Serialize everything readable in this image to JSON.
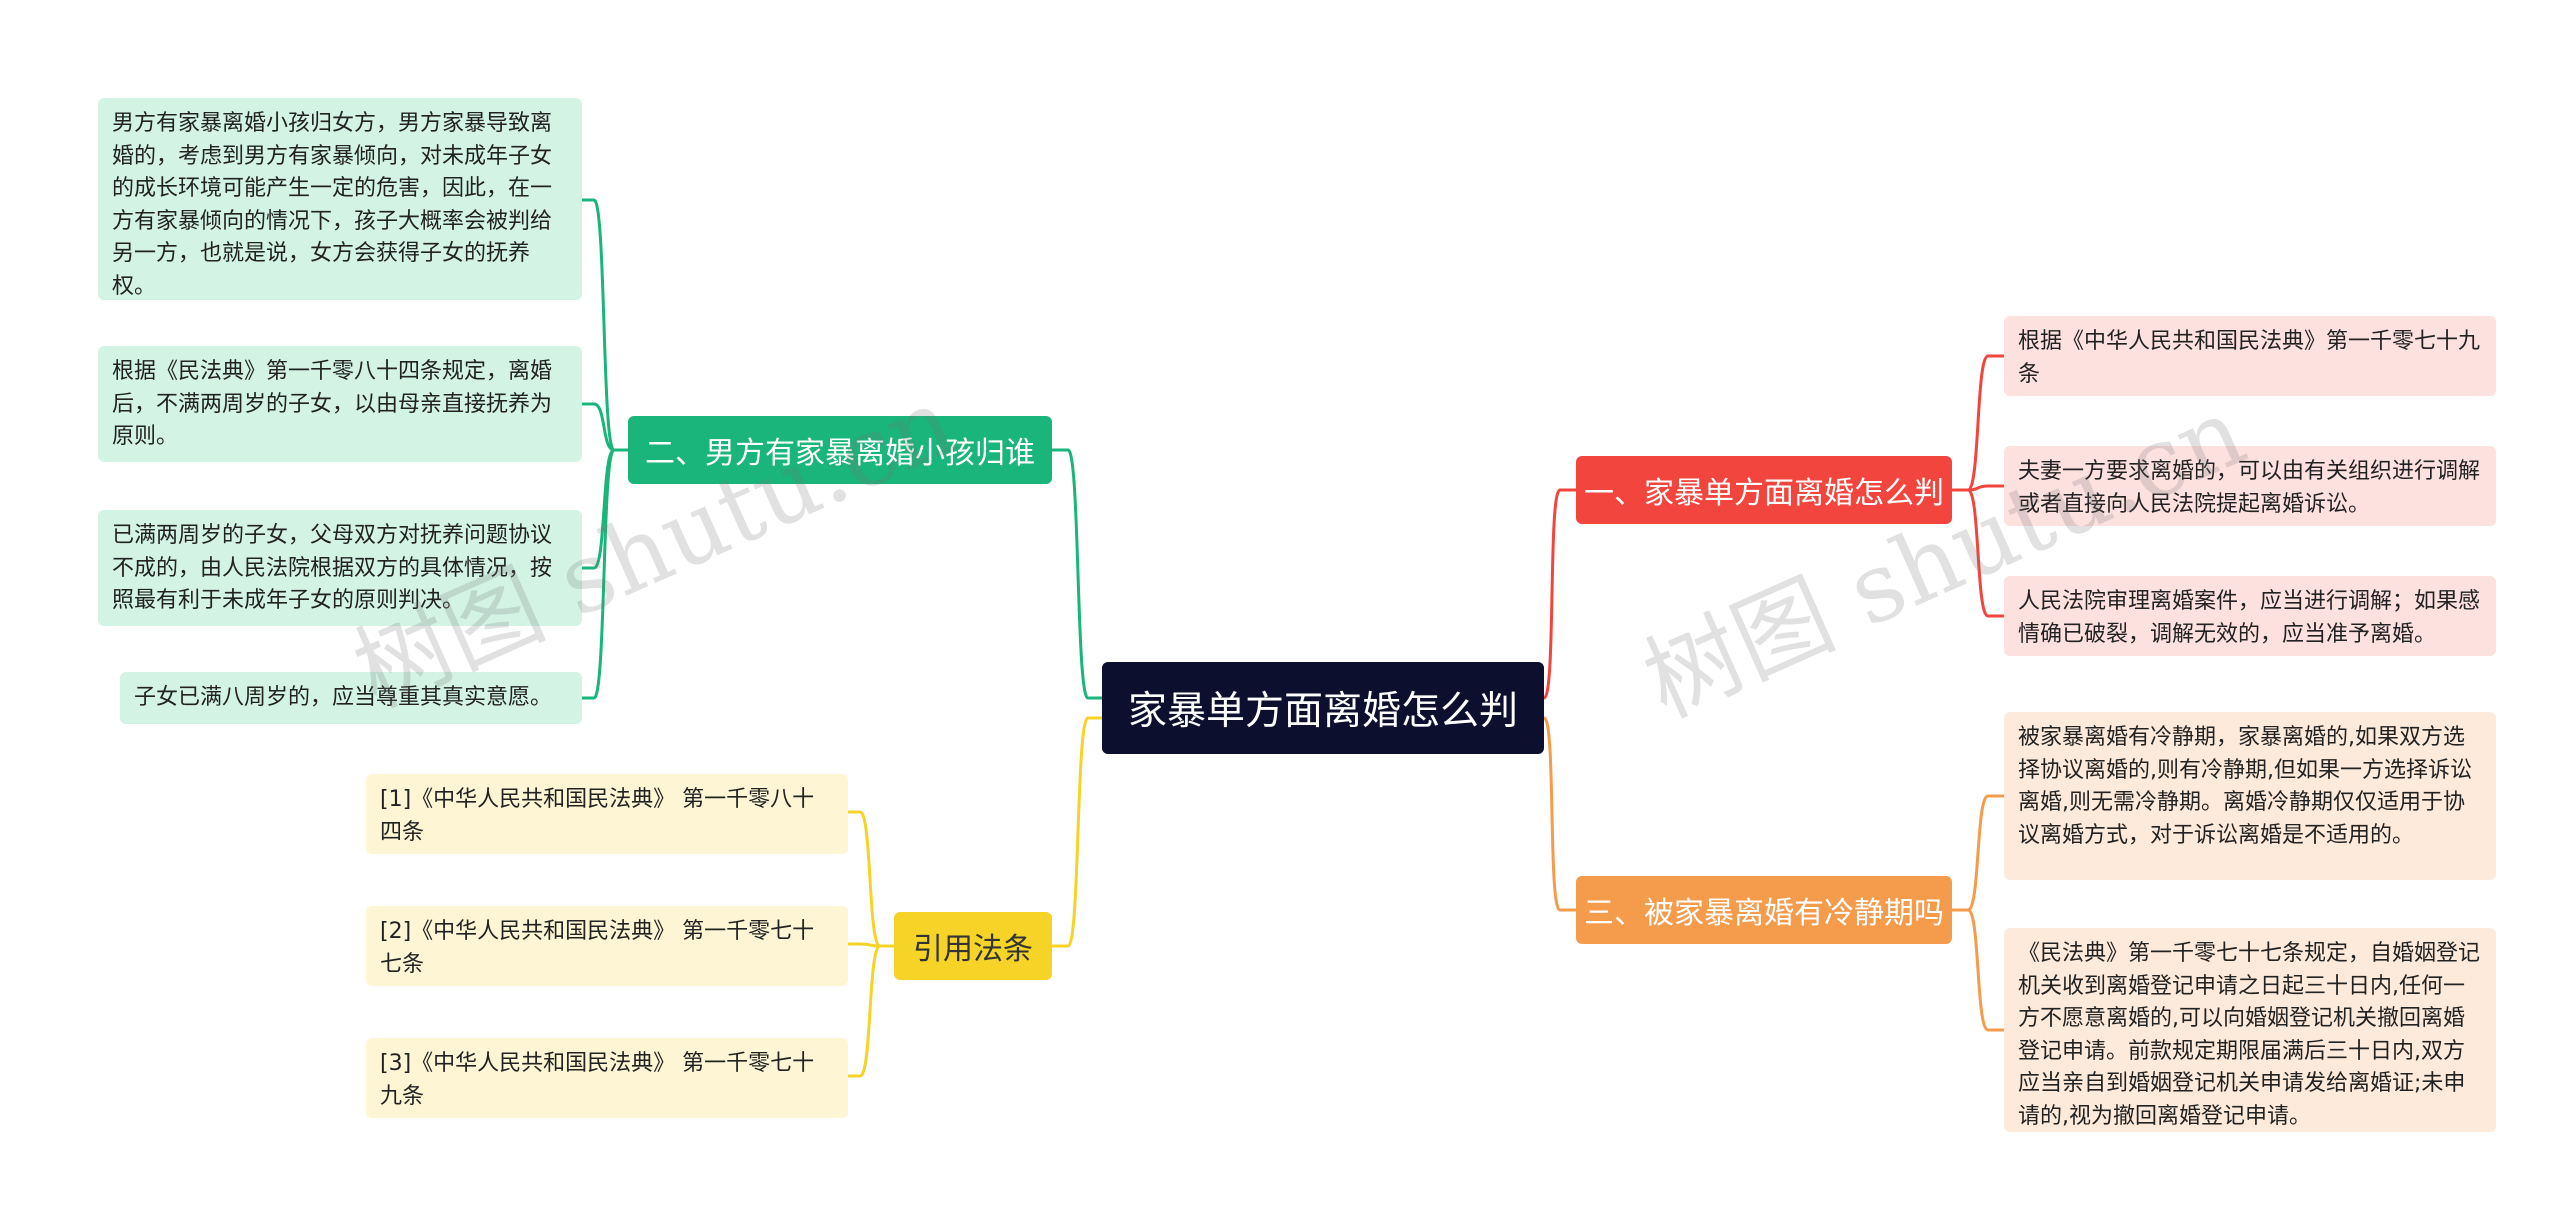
{
  "central": "家暴单方面离婚怎么判",
  "branches": {
    "b1": {
      "label": "一、家暴单方面离婚怎么判",
      "color": "#f2453d",
      "leaves": [
        "根据《中华人民共和国民法典》第一千零七十九条",
        "夫妻一方要求离婚的，可以由有关组织进行调解或者直接向人民法院提起离婚诉讼。",
        "人民法院审理离婚案件，应当进行调解；如果感情确已破裂，调解无效的，应当准予离婚。"
      ]
    },
    "b3": {
      "label": "三、被家暴离婚有冷静期吗",
      "color": "#f59b4c",
      "leaves": [
        "被家暴离婚有冷静期，家暴离婚的,如果双方选择协议离婚的,则有冷静期,但如果一方选择诉讼离婚,则无需冷静期。离婚冷静期仅仅适用于协议离婚方式，对于诉讼离婚是不适用的。",
        "《民法典》第一千零七十七条规定，自婚姻登记机关收到离婚登记申请之日起三十日内,任何一方不愿意离婚的,可以向婚姻登记机关撤回离婚登记申请。前款规定期限届满后三十日内,双方应当亲自到婚姻登记机关申请发给离婚证;未申请的,视为撤回离婚登记申请。"
      ]
    },
    "b2": {
      "label": "二、男方有家暴离婚小孩归谁",
      "color": "#19b57b",
      "leaves": [
        "男方有家暴离婚小孩归女方，男方家暴导致离婚的，考虑到男方有家暴倾向，对未成年子女的成长环境可能产生一定的危害，因此，在一方有家暴倾向的情况下，孩子大概率会被判给另一方，也就是说，女方会获得子女的抚养权。",
        "根据《民法典》第一千零八十四条规定，离婚后，不满两周岁的子女，以由母亲直接抚养为原则。",
        "已满两周岁的子女，父母双方对抚养问题协议不成的，由人民法院根据双方的具体情况，按照最有利于未成年子女的原则判决。",
        "子女已满八周岁的，应当尊重其真实意愿。"
      ]
    },
    "ref": {
      "label": "引用法条",
      "color": "#f5d327",
      "leaves": [
        "[1]《中华人民共和国民法典》 第一千零八十四条",
        "[2]《中华人民共和国民法典》 第一千零七十七条",
        "[3]《中华人民共和国民法典》 第一千零七十九条"
      ]
    }
  },
  "watermarks": [
    "树图 shutu.cn",
    "树图 shutu.cn"
  ]
}
